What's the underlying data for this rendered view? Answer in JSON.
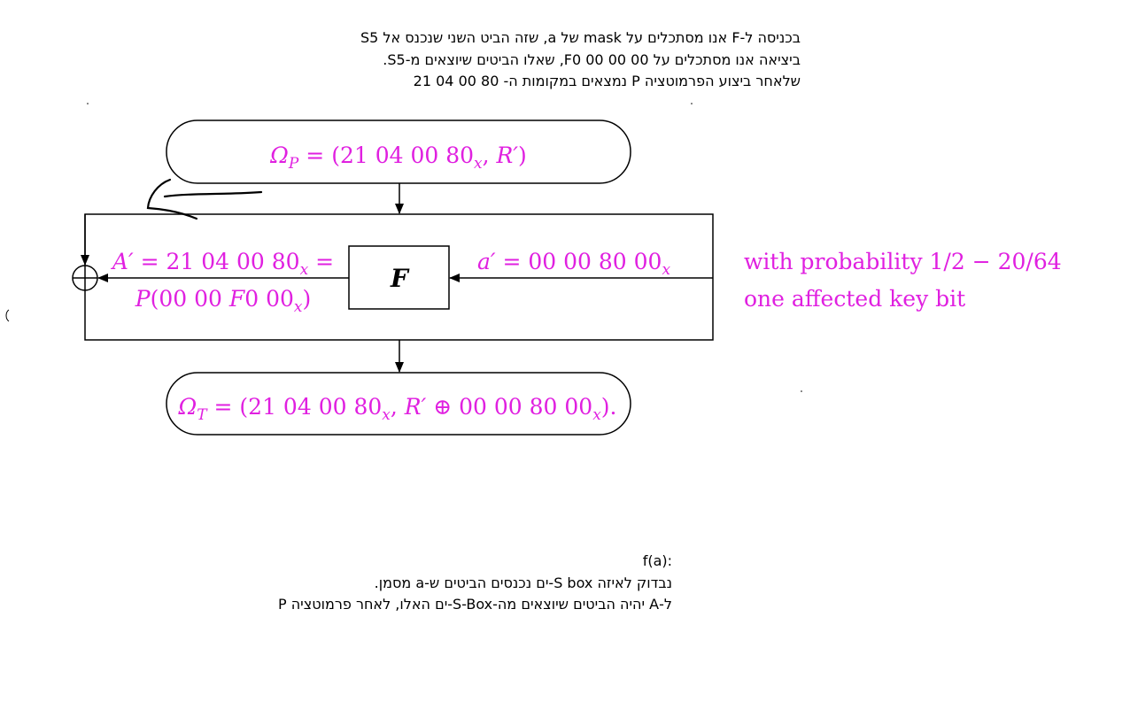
{
  "notes_top": [
    "בכניסה ל-F אנו מסתכלים על mask של a, שזה הביט השני שנכנס אל S5",
    "ביציאה אנו מסתכלים על  00 F0 00 00, שאלו הביטים שיוצאים מ-S5.",
    "שלאחר ביצוע הפרמוטציה P נמצאים במקומות ה- 80 00 04 21"
  ],
  "diagram": {
    "omega_p": "ΩP = (21 04 00 80x, R′)",
    "omega_t": "ΩT = (21 04 00 80x, R′ ⊕ 00 00 80 00x).",
    "a_prime_left_line1": "A′ = 21 04 00 80x =",
    "a_prime_left_line2": "P(00 00 F0 00x)",
    "a_prime_right": "a′ = 00 00 80 00x",
    "f_label": "F",
    "side_note_line1": "with probability 1/2 − 20/64",
    "side_note_line2": "one affected key bit",
    "colors": {
      "math": "#e020e0",
      "line": "#000000"
    }
  },
  "notes_bottom": [
    "f(a):",
    "נבדוק לאיזה S box-ים נכנסים הביטים ש-a מסמן.",
    "ל-A יהיה הביטים שיוצאים מה-S-Box-ים האלו, לאחר פרמוטציה P"
  ]
}
